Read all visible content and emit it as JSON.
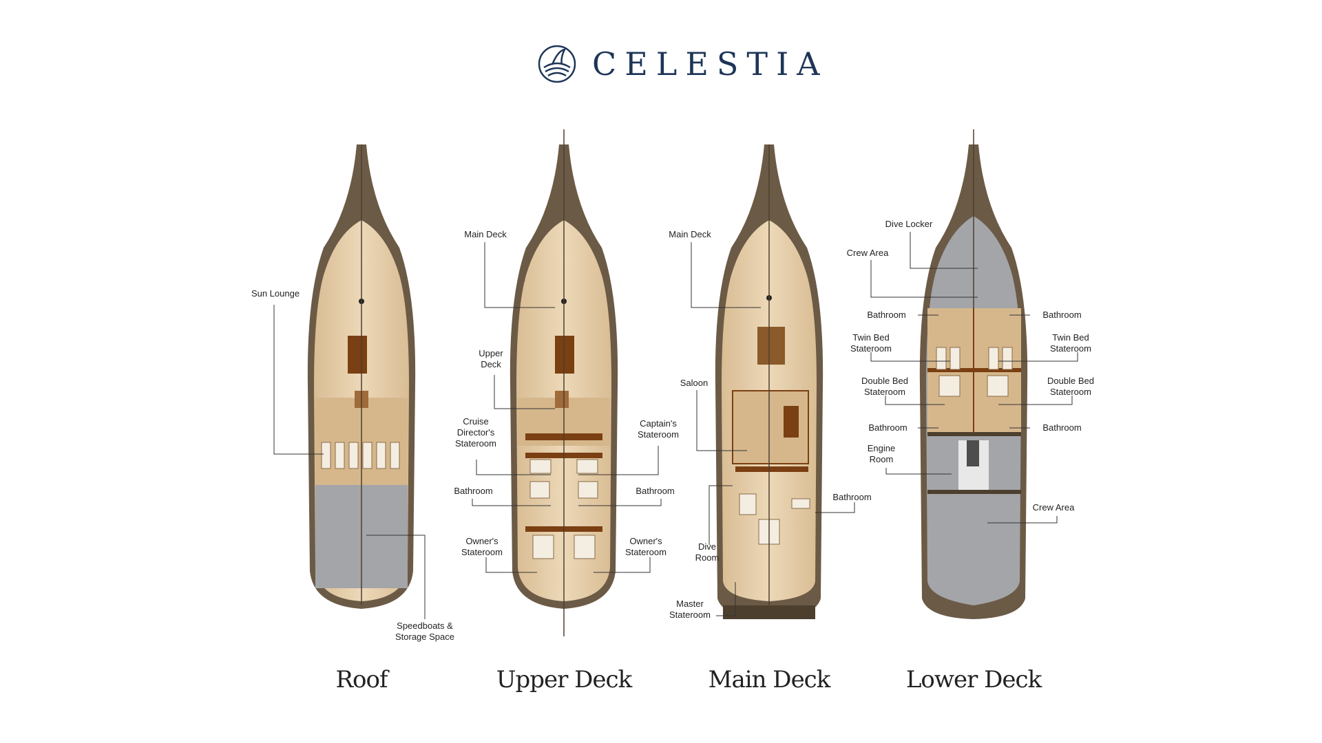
{
  "brand": {
    "name": "CELESTIA",
    "logo_icon": "sail-logo-icon",
    "color": "#1d3557"
  },
  "decks": {
    "roof": {
      "title": "Roof",
      "labels": {
        "sun_lounge": "Sun Lounge",
        "speedboats": "Speedboats &\nStorage Space"
      }
    },
    "upper": {
      "title": "Upper Deck",
      "labels": {
        "main_deck": "Main Deck",
        "upper_deck": "Upper\nDeck",
        "cruise_director": "Cruise\nDirector's\nStateroom",
        "captains": "Captain's\nStateroom",
        "bathroom_left": "Bathroom",
        "bathroom_right": "Bathroom",
        "owners_left": "Owner's\nStateroom",
        "owners_right": "Owner's\nStateroom"
      }
    },
    "main": {
      "title": "Main Deck",
      "labels": {
        "main_deck": "Main Deck",
        "saloon": "Saloon",
        "bathroom": "Bathroom",
        "dive_room": "Dive\nRoom",
        "master": "Master\nStateroom"
      }
    },
    "lower": {
      "title": "Lower Deck",
      "labels": {
        "dive_locker": "Dive Locker",
        "crew_area_top": "Crew Area",
        "bathroom_tl": "Bathroom",
        "bathroom_tr": "Bathroom",
        "twin_left": "Twin Bed\nStateroom",
        "twin_right": "Twin Bed\nStateroom",
        "double_left": "Double Bed\nStateroom",
        "double_right": "Double Bed\nStateroom",
        "bathroom_bl": "Bathroom",
        "bathroom_br": "Bathroom",
        "engine_room": "Engine\nRoom",
        "crew_area_bottom": "Crew Area"
      }
    }
  },
  "colors": {
    "hull": "#6b5a45",
    "wood": "#e2c9a3",
    "grey_area": "#a3a5a9",
    "dark_wood": "#7a3f12"
  }
}
